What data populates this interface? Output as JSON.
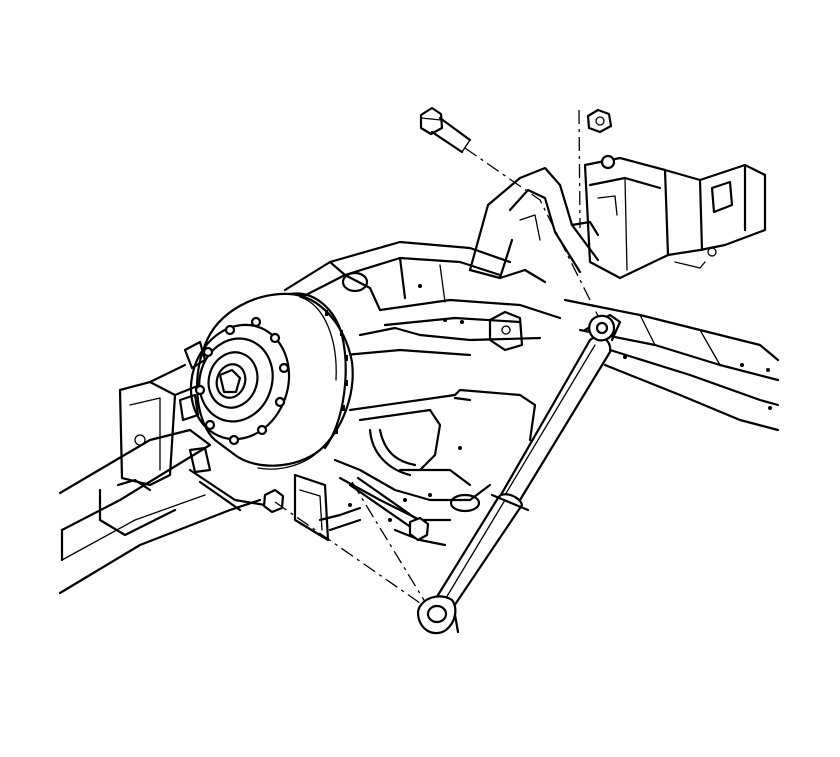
{
  "figure": {
    "colors": {
      "line": "#000000",
      "background": "#ffffff"
    },
    "parts": [
      "frame-rail-left",
      "frame-rail-right",
      "crossmember",
      "brake-rotor",
      "wheel-hub",
      "lower-control-arm",
      "shock-absorber",
      "upper-shock-bolt",
      "upper-shock-nut",
      "lower-shock-bolt",
      "upper-shock-bracket",
      "frame-bracket"
    ]
  }
}
